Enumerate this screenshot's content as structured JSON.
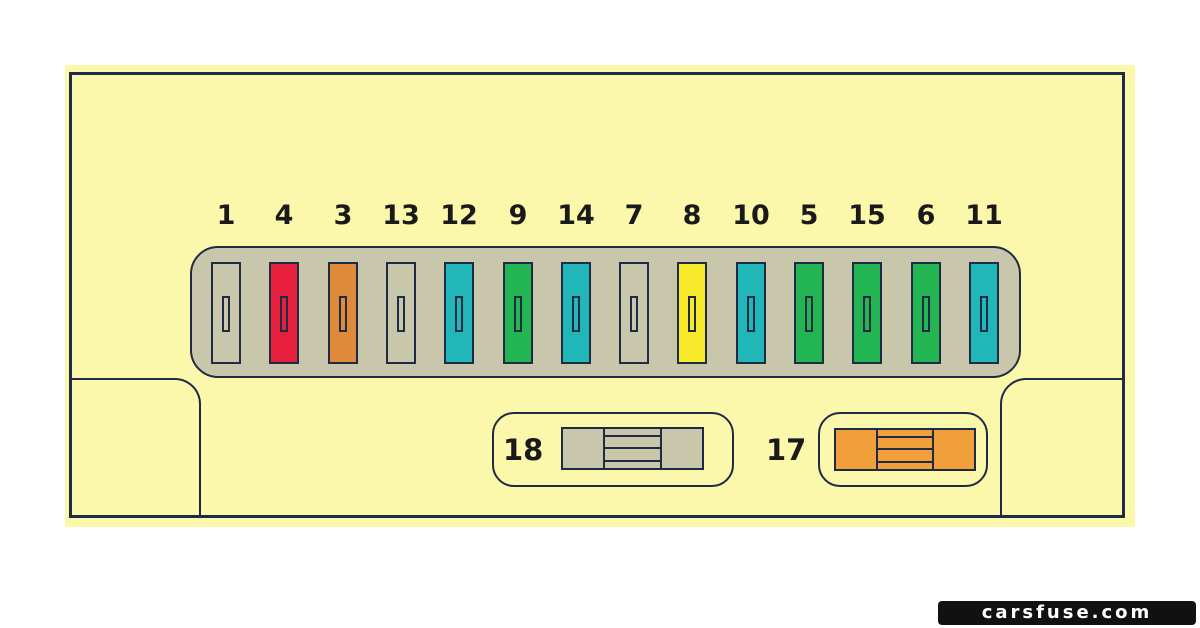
{
  "fuse_box": {
    "fuses": [
      {
        "number": "1",
        "color": "#c9c7ab"
      },
      {
        "number": "4",
        "color": "#e51f3c"
      },
      {
        "number": "3",
        "color": "#e08a3c"
      },
      {
        "number": "13",
        "color": "#c9c7ab"
      },
      {
        "number": "12",
        "color": "#21b6b8"
      },
      {
        "number": "9",
        "color": "#23b552"
      },
      {
        "number": "14",
        "color": "#21b6b8"
      },
      {
        "number": "7",
        "color": "#c9c7ab"
      },
      {
        "number": "8",
        "color": "#f7ea2b"
      },
      {
        "number": "10",
        "color": "#21b6b8"
      },
      {
        "number": "5",
        "color": "#23b552"
      },
      {
        "number": "15",
        "color": "#23b552"
      },
      {
        "number": "6",
        "color": "#23b552"
      },
      {
        "number": "11",
        "color": "#21b6b8"
      }
    ],
    "maxi_fuses": [
      {
        "number": "18",
        "color": "#c9c7ab"
      },
      {
        "number": "17",
        "color": "#f19f3a"
      }
    ]
  },
  "watermark": "carsfuse.com"
}
